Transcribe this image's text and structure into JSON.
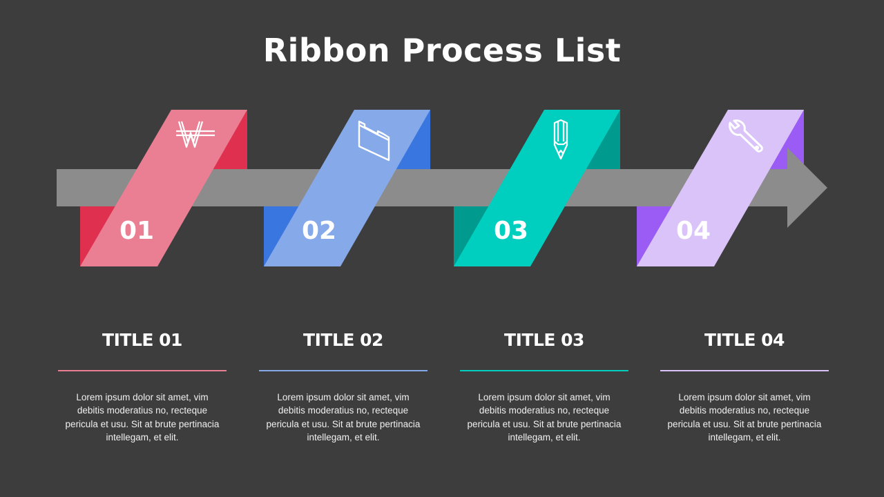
{
  "title": "Ribbon Process List",
  "arrow_color": "#8c8c8c",
  "steps": [
    {
      "number": "01",
      "title": "TITLE 01",
      "icon": "won-currency-icon",
      "light_color": "#ea7f93",
      "dark_color": "#e0304f",
      "description": "Lorem ipsum dolor sit amet, vim debitis moderatius no, recteque pericula et usu. Sit at brute pertinacia intellegam, et elit."
    },
    {
      "number": "02",
      "title": "TITLE 02",
      "icon": "folder-icon",
      "light_color": "#86a9ea",
      "dark_color": "#3a76e0",
      "description": "Lorem ipsum dolor sit amet, vim debitis moderatius no, recteque pericula et usu. Sit at brute pertinacia intellegam, et elit."
    },
    {
      "number": "03",
      "title": "TITLE 03",
      "icon": "pencil-icon",
      "light_color": "#00cfc0",
      "dark_color": "#009a8e",
      "description": "Lorem ipsum dolor sit amet, vim debitis moderatius no, recteque pericula et usu. Sit at brute pertinacia intellegam, et elit."
    },
    {
      "number": "04",
      "title": "TITLE 04",
      "icon": "wrench-icon",
      "light_color": "#d9c3f8",
      "dark_color": "#9b5cf6",
      "description": "Lorem ipsum dolor sit amet, vim debitis moderatius no, recteque pericula et usu. Sit at brute pertinacia intellegam, et elit."
    }
  ]
}
